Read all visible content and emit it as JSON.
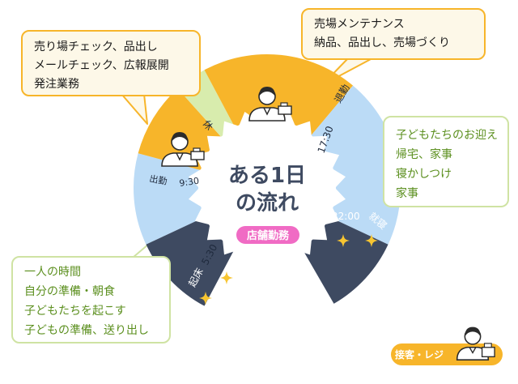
{
  "title": {
    "line1": "ある1日",
    "line2": "の流れ"
  },
  "badge": "店舗勤務",
  "legend": "接客・レジ",
  "segments": {
    "wake": {
      "time": "5:30",
      "label": "起床"
    },
    "arrive": {
      "time": "9:30",
      "label": "出勤"
    },
    "break": {
      "label": "休"
    },
    "leave": {
      "time": "17:30",
      "label": "退勤"
    },
    "sleep": {
      "time": "22:00",
      "label": "就寝"
    }
  },
  "callouts": {
    "work_morning": [
      "売り場チェック、品出し",
      "メールチェック、広報展開",
      "発注業務"
    ],
    "work_afternoon": [
      "売場メンテナンス",
      "納品、品出し、売場づくり"
    ],
    "home_evening": [
      "子どもたちのお迎え",
      "帰宅、家事",
      "寝かしつけ",
      "家事"
    ],
    "home_morning": [
      "一人の時間",
      "自分の準備・朝食",
      "子どもたちを起こす",
      "子どもの準備、送り出し"
    ]
  },
  "colors": {
    "home": "#bbdbf6",
    "work": "#f7b52a",
    "break": "#d8ecad",
    "night": "#3e4a61",
    "star": "#f7c531",
    "title": "#3e4a61",
    "badge": "#f06bc4",
    "home_text": "#5b8f1e"
  },
  "icons": [
    "worker-figure-icon",
    "register-icon",
    "sparkle-icon",
    "tail-pointer-icon"
  ]
}
